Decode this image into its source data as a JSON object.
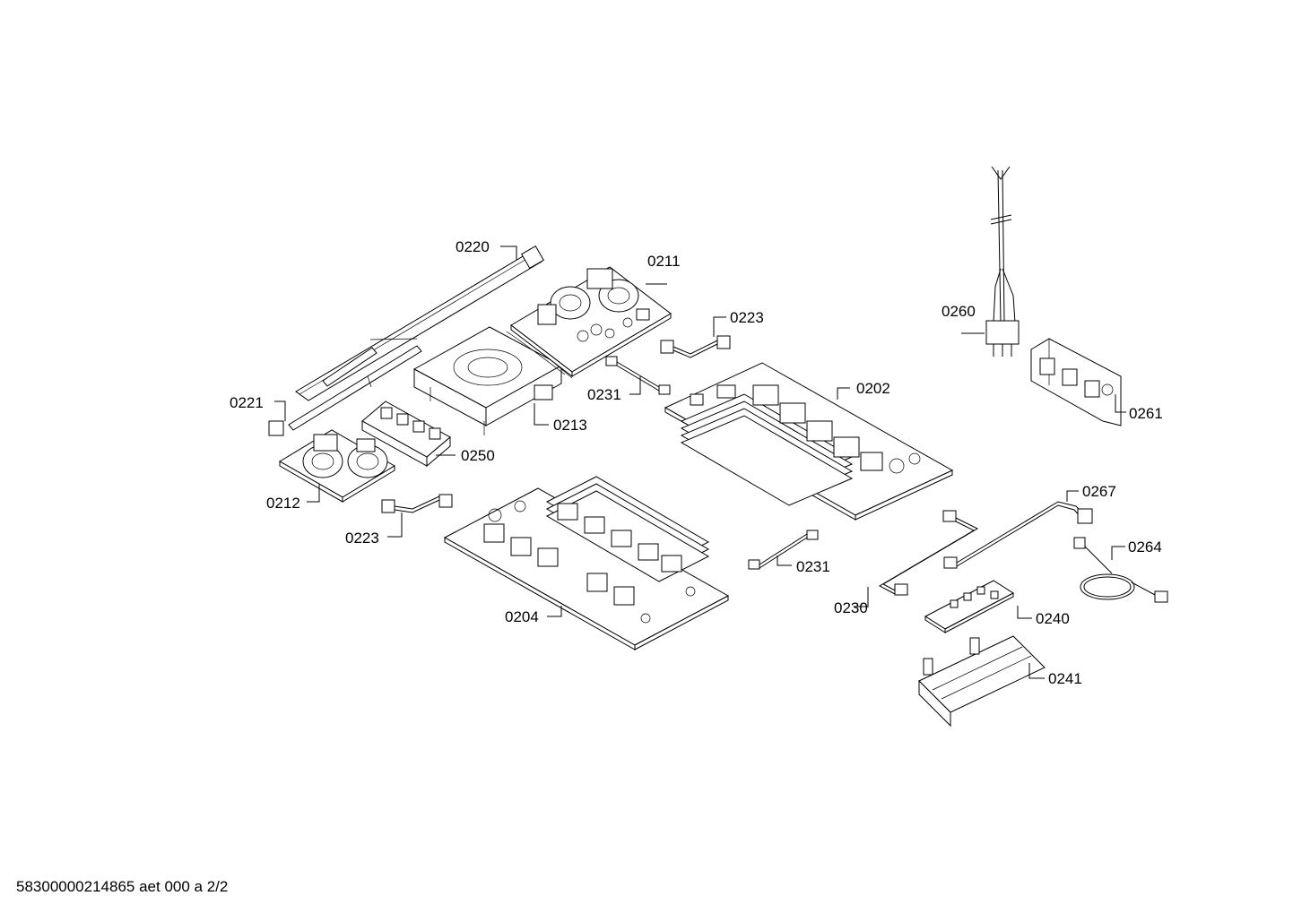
{
  "parts": [
    {
      "key": "p0220",
      "label": "0220"
    },
    {
      "key": "p0211",
      "label": "0211"
    },
    {
      "key": "p0223a",
      "label": "0223"
    },
    {
      "key": "p0231a",
      "label": "0231"
    },
    {
      "key": "p0213",
      "label": "0213"
    },
    {
      "key": "p0202",
      "label": "0202"
    },
    {
      "key": "p0221",
      "label": "0221"
    },
    {
      "key": "p0250",
      "label": "0250"
    },
    {
      "key": "p0212",
      "label": "0212"
    },
    {
      "key": "p0223b",
      "label": "0223"
    },
    {
      "key": "p0204",
      "label": "0204"
    },
    {
      "key": "p0231b",
      "label": "0231"
    },
    {
      "key": "p0260",
      "label": "0260"
    },
    {
      "key": "p0261",
      "label": "0261"
    },
    {
      "key": "p0267",
      "label": "0267"
    },
    {
      "key": "p0264",
      "label": "0264"
    },
    {
      "key": "p0230",
      "label": "0230"
    },
    {
      "key": "p0240",
      "label": "0240"
    },
    {
      "key": "p0241",
      "label": "0241"
    }
  ],
  "footer": "58300000214865 aet 000 a 2/2"
}
